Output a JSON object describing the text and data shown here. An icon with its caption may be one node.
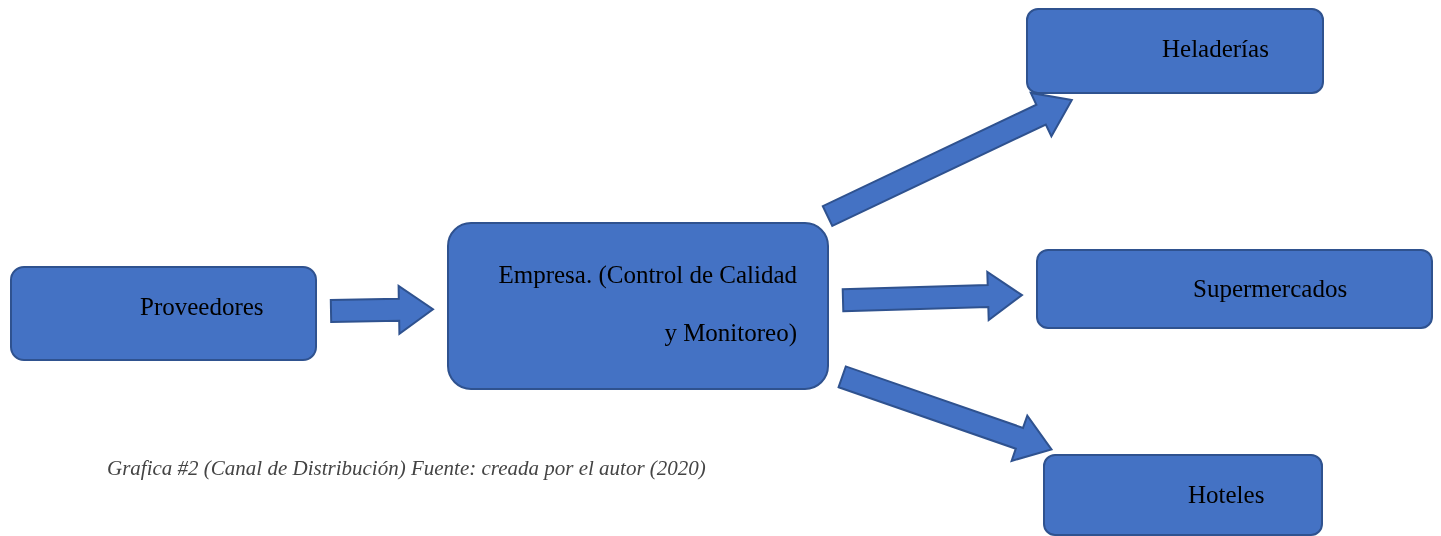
{
  "diagram": {
    "caption": "Grafica #2 (Canal de Distribución) Fuente: creada por el autor (2020)",
    "nodes": [
      {
        "text": [
          "Proveedores"
        ]
      },
      {
        "text": [
          "Empresa. (Control de Calidad y Monitoreo)"
        ]
      },
      {
        "text": [
          "Heladerías"
        ]
      },
      {
        "text": [
          "Supermercados"
        ]
      },
      {
        "text": [
          "Hoteles"
        ]
      }
    ],
    "edges": [
      {
        "from": 0,
        "to": 1,
        "arrow": "to"
      },
      {
        "from": 1,
        "to": 2,
        "arrow": "to"
      },
      {
        "from": 1,
        "to": 3,
        "arrow": "to"
      },
      {
        "from": 1,
        "to": 4,
        "arrow": "to"
      }
    ]
  }
}
